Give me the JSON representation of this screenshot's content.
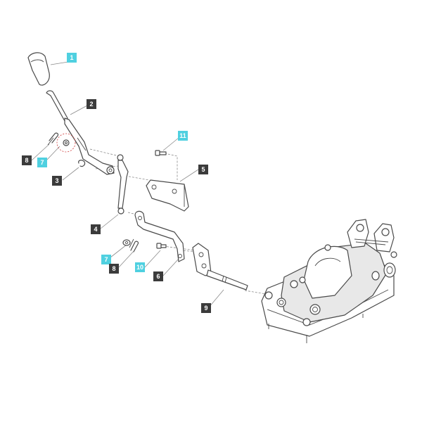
{
  "diagram": {
    "colors": {
      "callout_dark": "#3b3b3b",
      "callout_highlight": "#4fd0e0",
      "line": "#4a4a4a",
      "detail_circle": "#d04040"
    },
    "callouts": [
      {
        "id": "c1",
        "label": "1",
        "style": "cyan"
      },
      {
        "id": "c2",
        "label": "2",
        "style": "dark"
      },
      {
        "id": "c3",
        "label": "3",
        "style": "dark"
      },
      {
        "id": "c4",
        "label": "4",
        "style": "dark"
      },
      {
        "id": "c5",
        "label": "5",
        "style": "dark"
      },
      {
        "id": "c6",
        "label": "6",
        "style": "dark"
      },
      {
        "id": "c7a",
        "label": "7",
        "style": "cyan"
      },
      {
        "id": "c7b",
        "label": "7",
        "style": "cyan"
      },
      {
        "id": "c8a",
        "label": "8",
        "style": "dark"
      },
      {
        "id": "c8b",
        "label": "8",
        "style": "dark"
      },
      {
        "id": "c9",
        "label": "9",
        "style": "dark"
      },
      {
        "id": "c10",
        "label": "10",
        "style": "cyan"
      },
      {
        "id": "c11",
        "label": "11",
        "style": "cyan"
      }
    ]
  }
}
